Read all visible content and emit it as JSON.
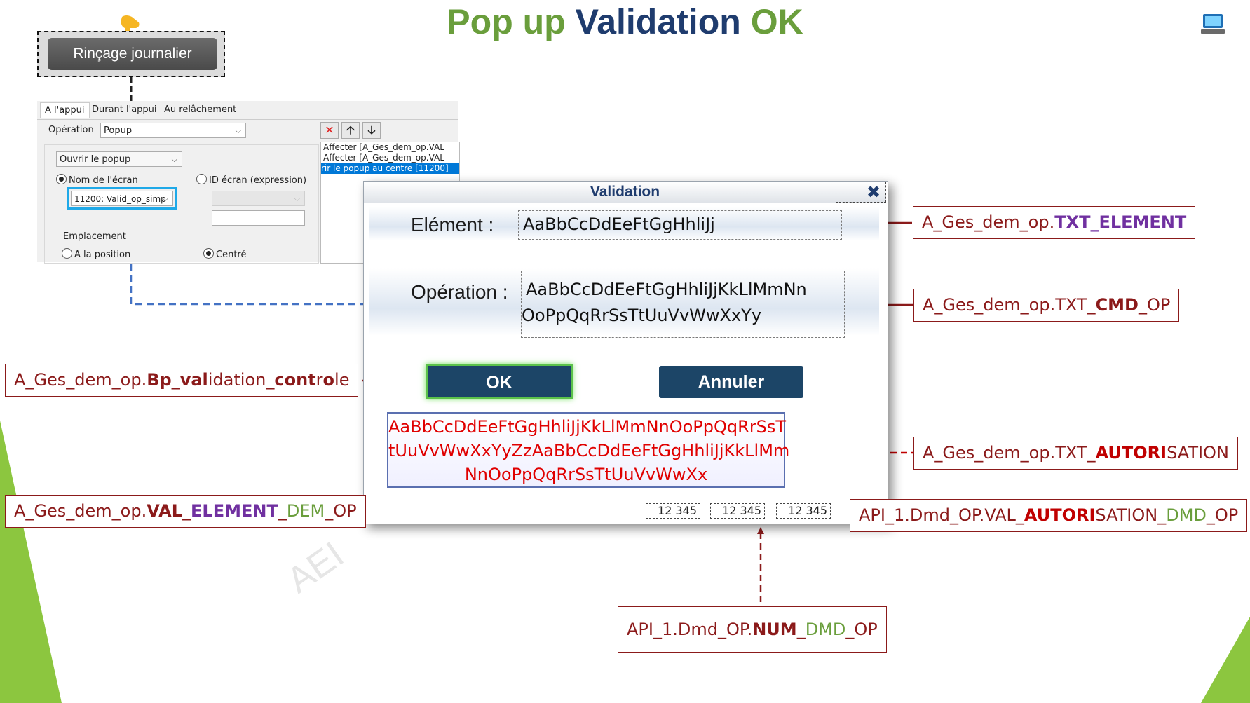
{
  "title": {
    "part1": "Pop up",
    "part2": "Validation",
    "part3": "OK"
  },
  "top_button": {
    "label": "Rinçage journalier"
  },
  "editor": {
    "tabs": [
      "A l'appui",
      "Durant l'appui",
      "Au relâchement"
    ],
    "operation_label": "Opération",
    "operation_value": "Popup",
    "action_value": "Ouvrir le popup",
    "radio_screen_name": "Nom de l'écran",
    "radio_screen_id": "ID écran (expression)",
    "screen_value": "11200: Valid_op_simp",
    "placement_label": "Emplacement",
    "radio_position": "A la position",
    "radio_centered": "Centré",
    "list": [
      "Affecter [A_Ges_dem_op.VAL",
      "Affecter [A_Ges_dem_op.VAL",
      "rir le popup au centre [11200]"
    ]
  },
  "dialog": {
    "title": "Validation",
    "element_label": "Elément :",
    "element_value": "AaBbCcDdEeFtGgHhliJj",
    "operation_label": "Opération :",
    "operation_line1": "AaBbCcDdEeFtGgHhliJjKkLlMmNn",
    "operation_line2": "OoPpQqRrSsTtUuVvWwXxYy",
    "ok_label": "OK",
    "cancel_label": "Annuler",
    "auth_line1": "AaBbCcDdEeFtGgHhliJjKkLlMmNnOoPpQqRrSsT",
    "auth_line2": "tUuVvWwXxYyZzAaBbCcDdEeFtGgHhliJjKkLlMm",
    "auth_line3": "NnOoPpQqRrSsTtUuVvWwXx",
    "numbers": [
      "12 345",
      "12 345",
      "12 345"
    ]
  },
  "labels": {
    "txt_element": {
      "prefix": "A_Ges_dem_op.",
      "bold": "TXT_ELEMENT"
    },
    "txt_cmd": {
      "prefix": "A_Ges_dem_op.TXT_",
      "bold": "CMD",
      "suffix": "_OP"
    },
    "bp_validation": {
      "prefix": "A_Ges_dem_op.",
      "b1": "Bp",
      "s1": "_",
      "b2": "val",
      "s2": "idation_",
      "b3": "cont",
      "s3": "r",
      "b4": "o",
      "s4": "le"
    },
    "txt_autorisation": {
      "prefix": "A_Ges_dem_op.TXT_",
      "bold": "AUTORI",
      "suffix": "SATION"
    },
    "val_element": {
      "prefix": "A_Ges_dem_op.",
      "bold1": "VAL",
      "s1": "_",
      "purple": "ELEMENT",
      "s2": "_",
      "green": "DEM",
      "s3": "_OP"
    },
    "val_autorisation": {
      "prefix": "API_1.Dmd_OP.VAL_",
      "bold": "AUTORI",
      "mid": "SATION_",
      "green": "DMD",
      "suffix": "_OP"
    },
    "num_dmd": {
      "prefix": "API_1.Dmd_OP.",
      "bold": "NUM",
      "s1": "_",
      "green": "DMD",
      "suffix": "_OP"
    }
  },
  "watermark": "AEI",
  "colors": {
    "title_green": "#6a9e3c",
    "title_navy": "#1f3c6e",
    "label_red": "#8b1a1a",
    "purple": "#7030a0"
  }
}
